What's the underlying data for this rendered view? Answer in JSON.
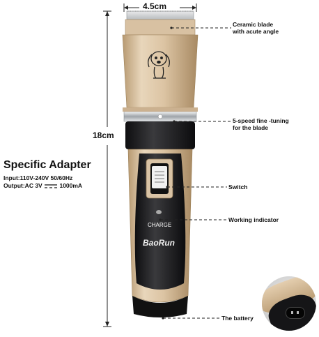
{
  "dimensions": {
    "width_label": "4.5cm",
    "height_label": "18cm"
  },
  "adapter": {
    "title": "Specific Adapter",
    "input": "Input:110V-240V 50/60Hz",
    "output": "Output:AC 3V",
    "output_current": "1000mA"
  },
  "product": {
    "button_label": "CHARGE",
    "brand": "BaoRun"
  },
  "callouts": {
    "blade": "Ceramic blade\nwith acute angle",
    "fine_tuning": "5-speed fine -tuning\nfor the blade",
    "switch": "Switch",
    "indicator": "Working indicator",
    "battery": "The battery"
  },
  "colors": {
    "gold": "#d9c3a5",
    "black": "#1b1b1d",
    "chrome": "#c9ccd0"
  }
}
